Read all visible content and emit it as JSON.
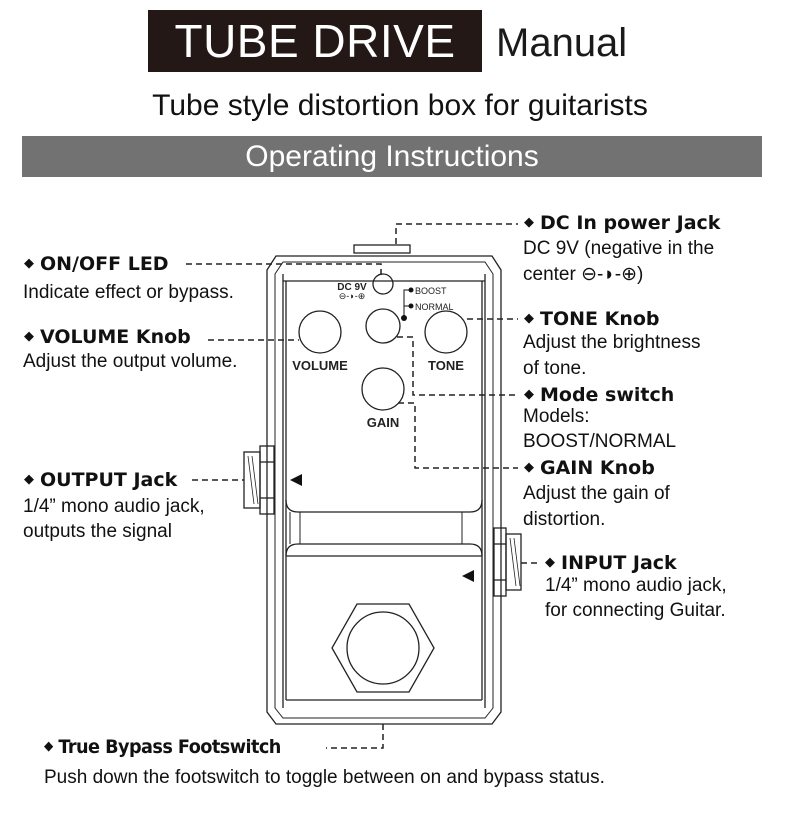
{
  "header": {
    "title": "TUBE DRIVE",
    "title_suffix": "Manual",
    "subtitle": "Tube style distortion box for guitarists",
    "section": "Operating Instructions",
    "title_bg": "#231815",
    "section_bg": "#727272"
  },
  "pedal": {
    "dc_label": "DC 9V",
    "polarity_symbol": "⊖-◗-⊕",
    "mode_options": [
      "BOOST",
      "NORMAL"
    ],
    "knobs": {
      "volume": "VOLUME",
      "tone": "TONE",
      "gain": "GAIN"
    }
  },
  "callouts": {
    "dc_in": {
      "heading": "DC In power Jack",
      "lines": [
        "DC 9V (negative in the",
        "center ⊖-◗-⊕)"
      ]
    },
    "on_off_led": {
      "heading": "ON/OFF LED",
      "lines": [
        "Indicate effect or bypass."
      ]
    },
    "volume": {
      "heading": "VOLUME Knob",
      "lines": [
        "Adjust the output volume."
      ]
    },
    "tone": {
      "heading": "TONE Knob",
      "lines": [
        "Adjust the brightness",
        "of tone."
      ]
    },
    "mode": {
      "heading": "Mode switch",
      "lines": [
        "Models:",
        "BOOST/NORMAL"
      ]
    },
    "gain": {
      "heading": "GAIN Knob",
      "lines": [
        "Adjust the gain of",
        "distortion."
      ]
    },
    "output": {
      "heading": "OUTPUT Jack",
      "lines": [
        "1/4” mono audio jack,",
        "outputs the signal"
      ]
    },
    "input": {
      "heading": "INPUT Jack",
      "lines": [
        "1/4” mono audio jack,",
        "for connecting Guitar."
      ]
    },
    "footswitch": {
      "heading": "True Bypass Footswitch",
      "lines": [
        "Push down the footswitch to toggle between on and bypass status."
      ]
    }
  },
  "bullet_icon": "◆"
}
